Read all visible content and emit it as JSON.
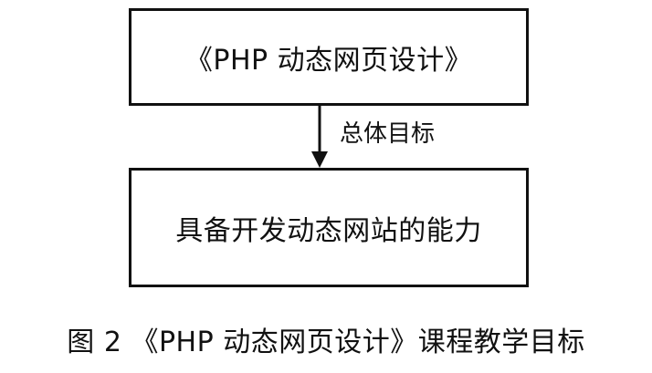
{
  "diagram": {
    "top_box": "《PHP 动态网页设计》",
    "edge_label": "总体目标",
    "bottom_box": "具备开发动态网站的能力"
  },
  "caption": "图 2 《PHP 动态网页设计》课程教学目标",
  "colors": {
    "stroke": "#111111",
    "background": "#ffffff"
  }
}
